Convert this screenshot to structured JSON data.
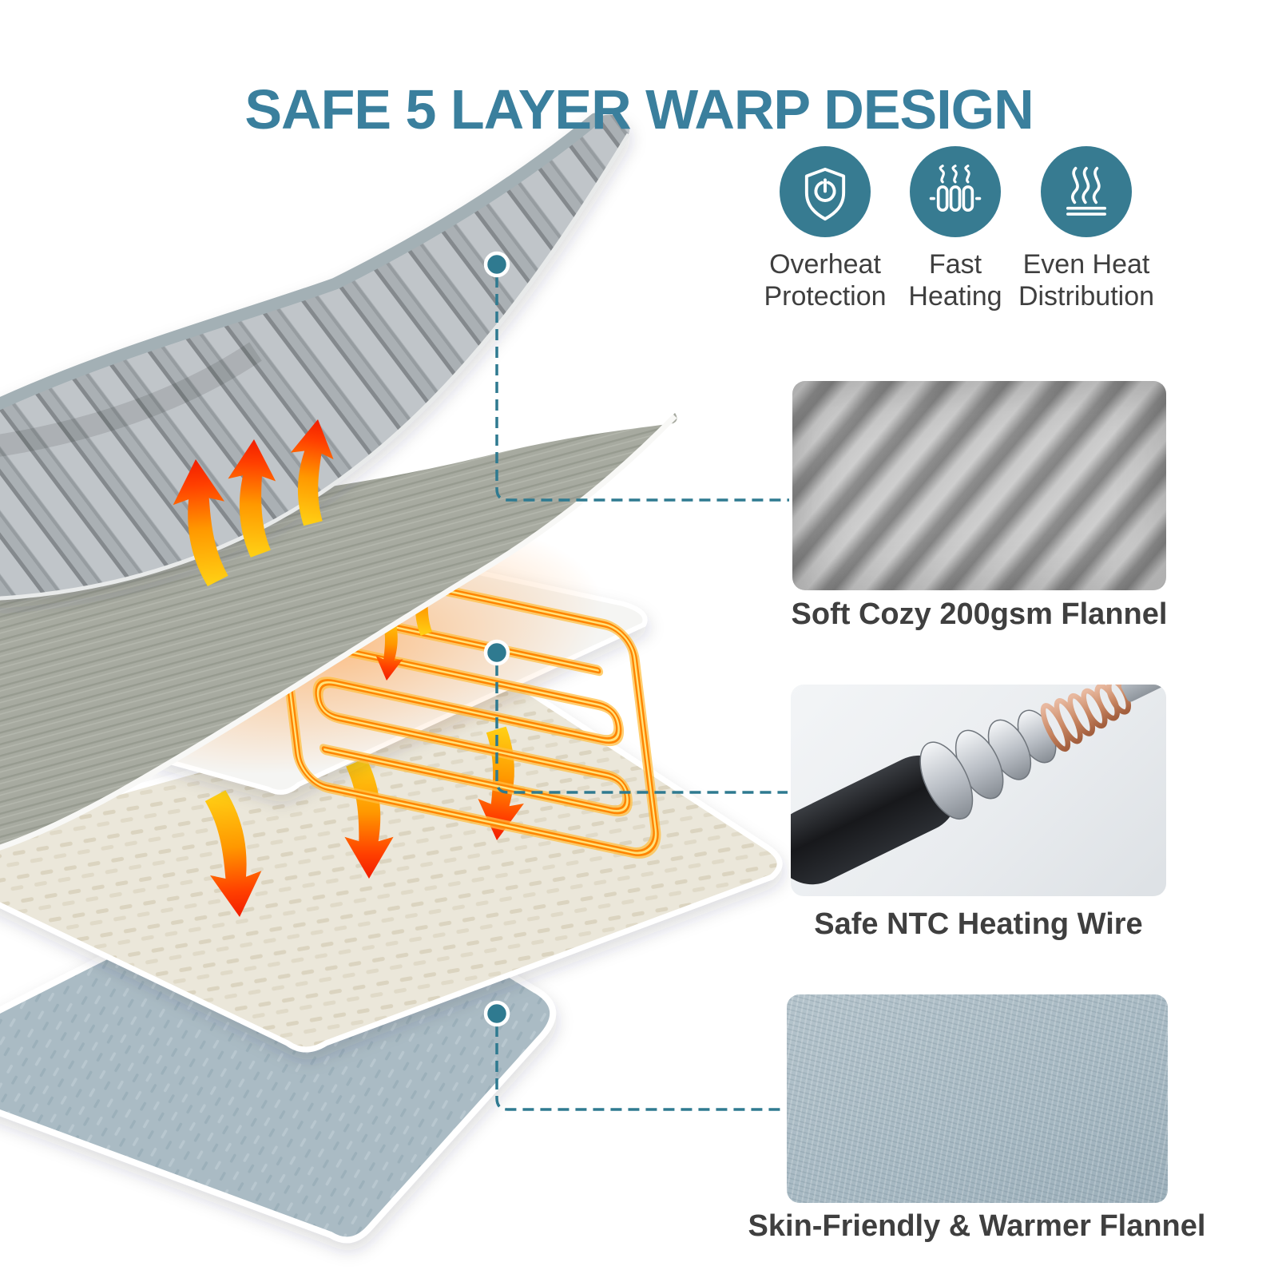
{
  "title": "SAFE 5 LAYER WARP DESIGN",
  "features": [
    {
      "icon": "shield-power-icon",
      "label": "Overheat Protection"
    },
    {
      "icon": "heating-elements-icon",
      "label": "Fast Heating"
    },
    {
      "icon": "heat-waves-icon",
      "label": "Even Heat Distribution"
    }
  ],
  "swatches": [
    {
      "texture": "gray-ribbed-flannel",
      "caption": "Soft Cozy 200gsm Flannel"
    },
    {
      "texture": "ntc-heating-wire",
      "caption": "Safe NTC Heating Wire"
    },
    {
      "texture": "blue-warm-flannel",
      "caption": "Skin-Friendly & Warmer Flannel"
    }
  ],
  "colors": {
    "title_teal": "#3a7f9d",
    "icon_teal": "#377b91",
    "text_dark": "#3f3f3f",
    "connector_teal": "#2f7a90",
    "wire_orange": "#ff8400",
    "arrow_yellow": "#ffd215",
    "arrow_red": "#f21d00"
  }
}
